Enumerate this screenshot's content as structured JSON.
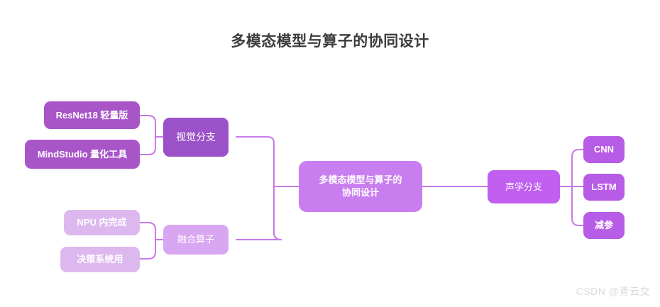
{
  "page": {
    "background": "#ffffff",
    "title": "多模态模型与算子的协同设计",
    "title_color": "#3c3c3c"
  },
  "watermark": {
    "text": "CSDN @青云交",
    "color": "#d9d9d9"
  },
  "palette": {
    "center": "#c97ef0",
    "branch_vision": "#9b51c7",
    "branch_fusion": "#d9a6f2",
    "branch_acoustic": "#c05ff0",
    "leaf_dark": "#a855c8",
    "leaf_light": "#ddb8ee",
    "leaf_right": "#b75ce6",
    "connector": "#c77ae8",
    "text_on_node": "#ffffff"
  },
  "mindmap": {
    "root": {
      "label": "多模态模型与算子的\n协同设计",
      "color": "#c97ef0"
    },
    "branches": [
      {
        "id": "vision",
        "label": "视觉分支",
        "color": "#9b51c7",
        "side": "left",
        "children": [
          {
            "id": "resnet18",
            "label": "ResNet18 轻量版",
            "color": "#a855c8"
          },
          {
            "id": "mindstudio",
            "label": "MindStudio 量化工具",
            "color": "#a855c8"
          }
        ]
      },
      {
        "id": "fusion",
        "label": "融合算子",
        "color": "#d9a6f2",
        "side": "left",
        "children": [
          {
            "id": "npu",
            "label": "NPU 内完成",
            "color": "#ddb8ee"
          },
          {
            "id": "decision",
            "label": "决策系统用",
            "color": "#ddb8ee"
          }
        ]
      },
      {
        "id": "acoustic",
        "label": "声学分支",
        "color": "#c05ff0",
        "side": "right",
        "children": [
          {
            "id": "cnn",
            "label": "CNN",
            "color": "#b75ce6"
          },
          {
            "id": "lstm",
            "label": "LSTM",
            "color": "#b75ce6"
          },
          {
            "id": "prune",
            "label": "减参",
            "color": "#b75ce6"
          }
        ]
      }
    ]
  }
}
